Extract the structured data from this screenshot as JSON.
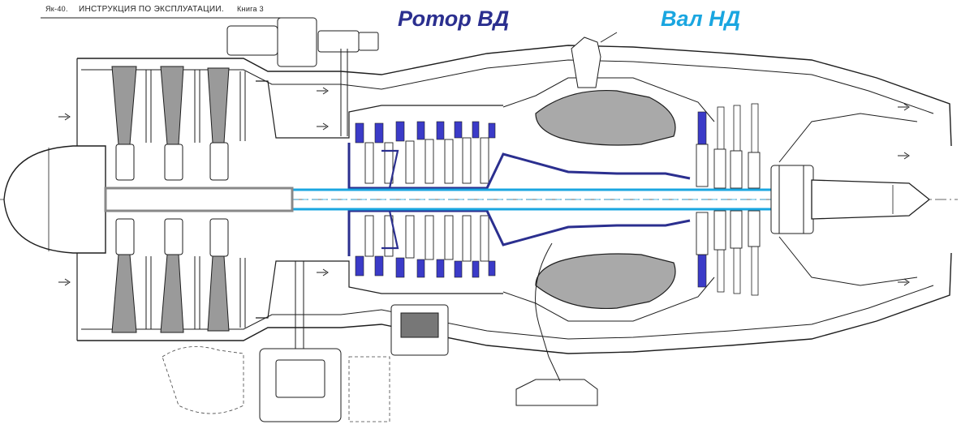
{
  "header": {
    "model": "Як-40.",
    "title": "ИНСТРУКЦИЯ ПО ЭКСПЛУАТАЦИИ.",
    "book": "Книга 3"
  },
  "labels": {
    "hp_rotor": "Ротор ВД",
    "lp_shaft": "Вал НД"
  },
  "colors": {
    "hp_rotor": "#2b2f8f",
    "lp_shaft": "#1aa6e0",
    "hp_highlight": "#3b3bc8",
    "line": "#1e1e1e",
    "shade": "#a9a9a9"
  }
}
